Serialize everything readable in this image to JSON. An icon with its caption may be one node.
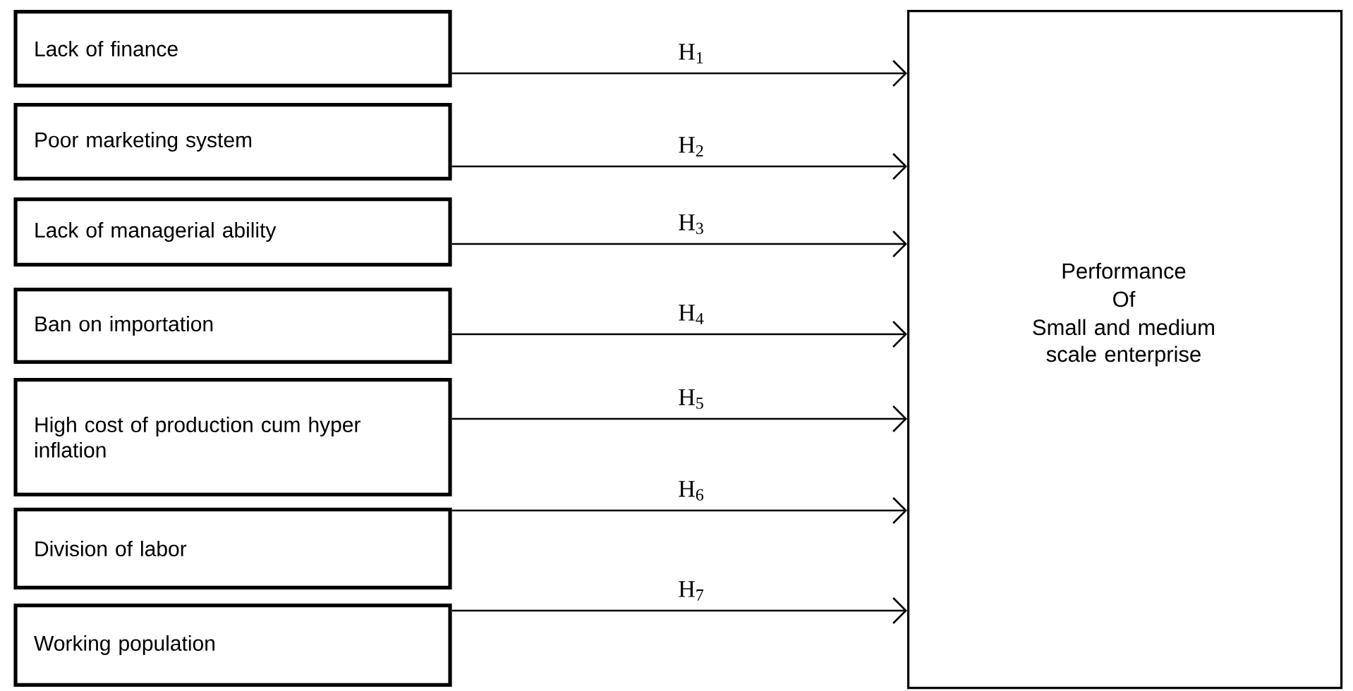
{
  "diagram": {
    "nodes": [
      {
        "text": [
          "Lack of finance"
        ]
      },
      {
        "text": [
          "Poor marketing system"
        ]
      },
      {
        "text": [
          "Lack of managerial ability"
        ]
      },
      {
        "text": [
          "Ban on importation"
        ]
      },
      {
        "text": [
          "High cost of production cum hyper inflation"
        ]
      },
      {
        "text": [
          "Division of labor"
        ]
      },
      {
        "text": [
          "Working population"
        ]
      },
      {
        "text": [
          "Performance",
          "Of",
          "Small and medium scale enterprise"
        ]
      }
    ],
    "edges": [
      {
        "from": 0,
        "to": 7,
        "arrow": "to",
        "label": "H$_{1}$"
      },
      {
        "from": 1,
        "to": 7,
        "arrow": "to",
        "label": "H$_{2}$"
      },
      {
        "from": 2,
        "to": 7,
        "arrow": "to",
        "label": "H$_{3}$"
      },
      {
        "from": 3,
        "to": 7,
        "arrow": "to",
        "label": "H$_{4}$"
      },
      {
        "from": 4,
        "to": 7,
        "arrow": "to",
        "label": "H$_{5}$"
      },
      {
        "from": 5,
        "to": 7,
        "arrow": "to",
        "label": "H$_{6}$"
      },
      {
        "from": 6,
        "to": 7,
        "arrow": "to",
        "label": "H$_{7}$"
      }
    ]
  }
}
